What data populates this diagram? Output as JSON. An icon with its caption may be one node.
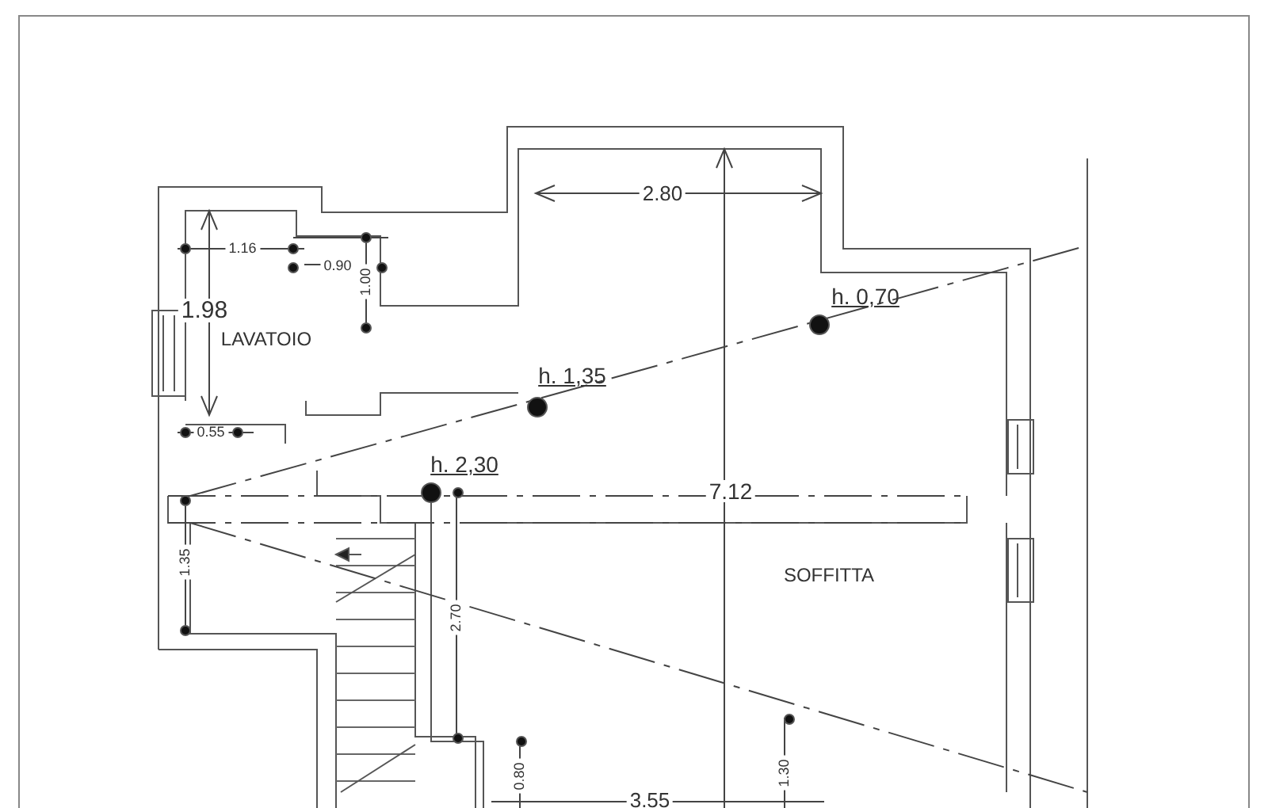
{
  "diagram": {
    "labels": [
      "2.80",
      "1.16",
      "h. 0,70",
      "0.90",
      "1.00",
      "1.98",
      "LAVATOIO",
      "h. 1,35",
      "0.55",
      "h. 2,30",
      "7.12",
      "1.35",
      "SOFFITTA",
      "2.70",
      "0.80",
      "1.30",
      "3.55"
    ]
  }
}
